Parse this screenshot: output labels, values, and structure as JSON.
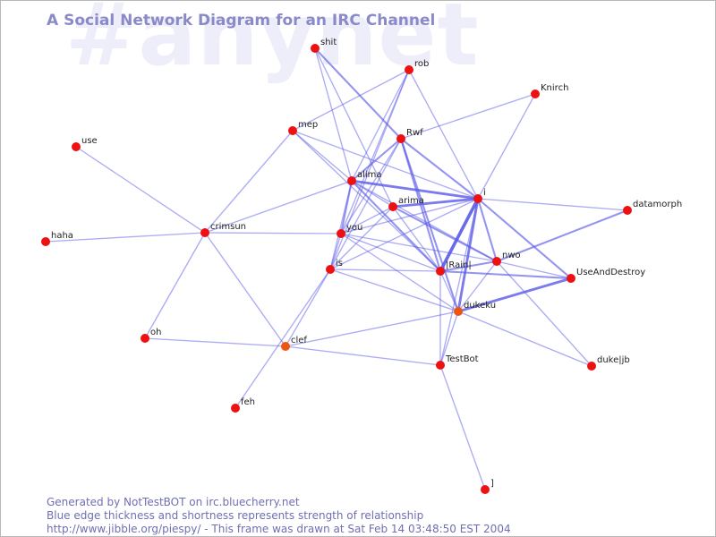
{
  "watermark": "#anynet",
  "title": "A Social Network Diagram for an IRC Channel",
  "footer": {
    "line1": "Generated by NotTestBOT on irc.bluecherry.net",
    "line2": "Blue edge thickness and shortness represents strength of relationship",
    "line3": "http://www.jibble.org/piespy/ - This frame was drawn at Sat Feb 14 03:48:50 EST 2004"
  },
  "colors": {
    "node": "#ee1111",
    "node_highlight": "#ee5511",
    "edge": "#5a5aea",
    "title": "#8a8ac8",
    "footer": "#6f6fb2",
    "watermark": "#eeeefa"
  },
  "nodes": [
    {
      "id": "shit",
      "label": "shit"
    },
    {
      "id": "rob",
      "label": "rob"
    },
    {
      "id": "Knirch",
      "label": "Knirch"
    },
    {
      "id": "mep",
      "label": "mep"
    },
    {
      "id": "Rwf",
      "label": "Rwf"
    },
    {
      "id": "use",
      "label": "use"
    },
    {
      "id": "alima",
      "label": "alima"
    },
    {
      "id": "arima",
      "label": "arima"
    },
    {
      "id": "i",
      "label": "i"
    },
    {
      "id": "datamorph",
      "label": "datamorph"
    },
    {
      "id": "crimsun",
      "label": "crimsun"
    },
    {
      "id": "you",
      "label": "you"
    },
    {
      "id": "haha",
      "label": "haha"
    },
    {
      "id": "is",
      "label": "is"
    },
    {
      "id": "Rain",
      "label": "|Rain|"
    },
    {
      "id": "nwo",
      "label": "nwo"
    },
    {
      "id": "UseAndDestroy",
      "label": "UseAndDestroy"
    },
    {
      "id": "dukeku",
      "label": "dukeku",
      "highlight": true
    },
    {
      "id": "oh",
      "label": "oh"
    },
    {
      "id": "clef",
      "label": "clef",
      "highlight": true
    },
    {
      "id": "TestBot",
      "label": "TestBot"
    },
    {
      "id": "dukeljb",
      "label": "duke|jb"
    },
    {
      "id": "feh",
      "label": "feh"
    },
    {
      "id": "bracket",
      "label": "]"
    }
  ],
  "edges": [
    [
      "shit",
      "Rwf",
      2
    ],
    [
      "shit",
      "alima",
      1
    ],
    [
      "shit",
      "arima",
      1
    ],
    [
      "rob",
      "you",
      1
    ],
    [
      "rob",
      "alima",
      1
    ],
    [
      "rob",
      "i",
      1
    ],
    [
      "rob",
      "mep",
      1
    ],
    [
      "rob",
      "is",
      1
    ],
    [
      "Knirch",
      "Rwf",
      1
    ],
    [
      "Knirch",
      "i",
      1
    ],
    [
      "mep",
      "alima",
      1
    ],
    [
      "mep",
      "crimsun",
      1
    ],
    [
      "mep",
      "i",
      1
    ],
    [
      "mep",
      "Rain",
      1
    ],
    [
      "Rwf",
      "i",
      2
    ],
    [
      "Rwf",
      "alima",
      2
    ],
    [
      "Rwf",
      "Rain",
      2
    ],
    [
      "Rwf",
      "dukeku",
      2
    ],
    [
      "Rwf",
      "you",
      1
    ],
    [
      "Rwf",
      "is",
      1
    ],
    [
      "use",
      "crimsun",
      1
    ],
    [
      "alima",
      "i",
      3
    ],
    [
      "alima",
      "Rain",
      2
    ],
    [
      "alima",
      "you",
      2
    ],
    [
      "alima",
      "arima",
      1
    ],
    [
      "alima",
      "is",
      1
    ],
    [
      "alima",
      "crimsun",
      1
    ],
    [
      "alima",
      "nwo",
      1
    ],
    [
      "arima",
      "i",
      3
    ],
    [
      "arima",
      "nwo",
      2
    ],
    [
      "arima",
      "Rain",
      1
    ],
    [
      "arima",
      "is",
      1
    ],
    [
      "arima",
      "you",
      1
    ],
    [
      "i",
      "datamorph",
      1
    ],
    [
      "i",
      "Rain",
      4
    ],
    [
      "i",
      "nwo",
      2
    ],
    [
      "i",
      "dukeku",
      3
    ],
    [
      "i",
      "UseAndDestroy",
      2
    ],
    [
      "i",
      "is",
      1
    ],
    [
      "i",
      "you",
      1
    ],
    [
      "i",
      "TestBot",
      1
    ],
    [
      "datamorph",
      "nwo",
      2
    ],
    [
      "crimsun",
      "haha",
      1
    ],
    [
      "crimsun",
      "you",
      1
    ],
    [
      "crimsun",
      "clef",
      1
    ],
    [
      "crimsun",
      "oh",
      1
    ],
    [
      "you",
      "Rain",
      1
    ],
    [
      "you",
      "nwo",
      1
    ],
    [
      "you",
      "dukeku",
      1
    ],
    [
      "you",
      "is",
      1
    ],
    [
      "is",
      "Rain",
      1
    ],
    [
      "is",
      "dukeku",
      1
    ],
    [
      "is",
      "clef",
      1
    ],
    [
      "is",
      "feh",
      1
    ],
    [
      "Rain",
      "nwo",
      2
    ],
    [
      "Rain",
      "UseAndDestroy",
      2
    ],
    [
      "Rain",
      "TestBot",
      1
    ],
    [
      "Rain",
      "dukeku",
      1
    ],
    [
      "nwo",
      "dukeljb",
      1
    ],
    [
      "nwo",
      "UseAndDestroy",
      1
    ],
    [
      "nwo",
      "dukeku",
      1
    ],
    [
      "dukeku",
      "UseAndDestroy",
      3
    ],
    [
      "dukeku",
      "clef",
      1
    ],
    [
      "dukeku",
      "TestBot",
      1
    ],
    [
      "dukeku",
      "dukeljb",
      1
    ],
    [
      "oh",
      "clef",
      1
    ],
    [
      "clef",
      "TestBot",
      1
    ],
    [
      "TestBot",
      "bracket",
      1
    ]
  ]
}
